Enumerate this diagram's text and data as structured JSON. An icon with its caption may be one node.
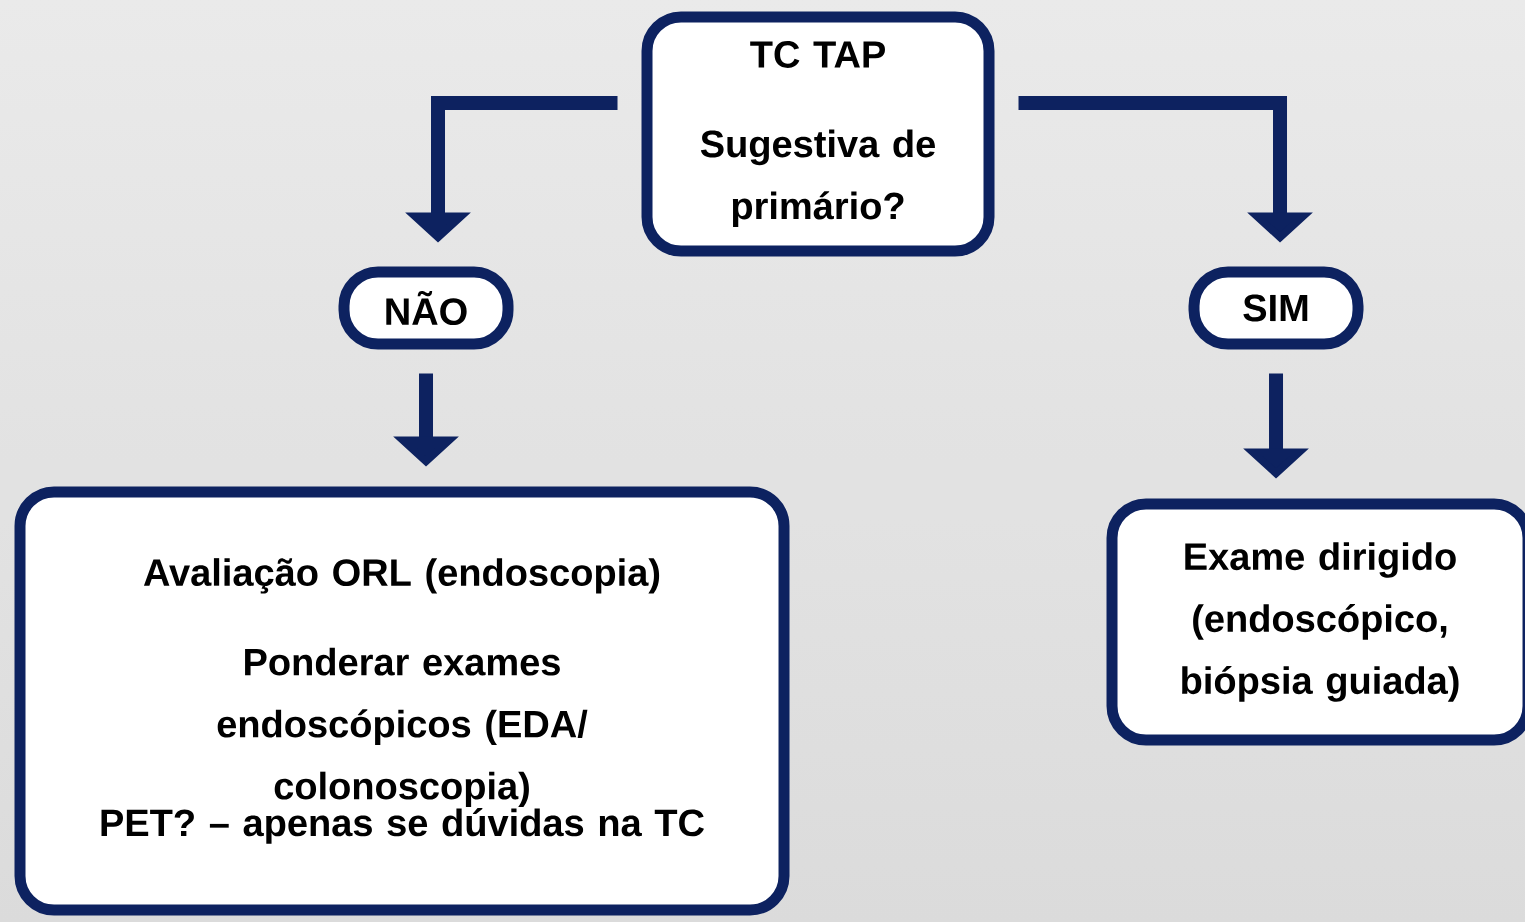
{
  "diagram": {
    "nodes": [
      {
        "text": [
          "TC TAP",
          "Sugestiva de primário?"
        ]
      },
      {
        "text": [
          "NÃO"
        ]
      },
      {
        "text": [
          "SIM"
        ]
      },
      {
        "text": [
          "Avaliação ORL (endoscopia)",
          "Ponderar exames endoscópicos (EDA/ colonoscopia)",
          "PET? – apenas se dúvidas na TC"
        ]
      },
      {
        "text": [
          "Exame dirigido (endoscópico, biópsia guiada)"
        ]
      }
    ],
    "edges": [
      {
        "from": 0,
        "to": 1,
        "arrow": "to"
      },
      {
        "from": 0,
        "to": 2,
        "arrow": "to"
      },
      {
        "from": 1,
        "to": 3,
        "arrow": "to"
      },
      {
        "from": 2,
        "to": 4,
        "arrow": "to"
      }
    ]
  }
}
